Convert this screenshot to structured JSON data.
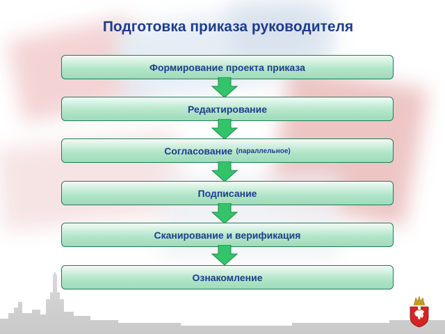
{
  "title": "Подготовка приказа руководителя",
  "steps": [
    {
      "label": "Формирование проекта приказа"
    },
    {
      "label": "Редактирование"
    },
    {
      "label": "Согласование",
      "note": "(параллельное)"
    },
    {
      "label": "Подписание"
    },
    {
      "label": "Сканирование и верификация"
    },
    {
      "label": "Ознакомление"
    }
  ],
  "colors": {
    "title": "#1f3c8c",
    "step_text": "#1f3c8c",
    "step_fill": "#b4e6cb",
    "step_border": "#1f7a5a",
    "arrow_fill": "#33c46a"
  },
  "icons": {
    "arrows": "down-arrow-icon",
    "coat_of_arms": "coat-of-arms-icon",
    "skyline": "city-skyline-silhouette"
  }
}
